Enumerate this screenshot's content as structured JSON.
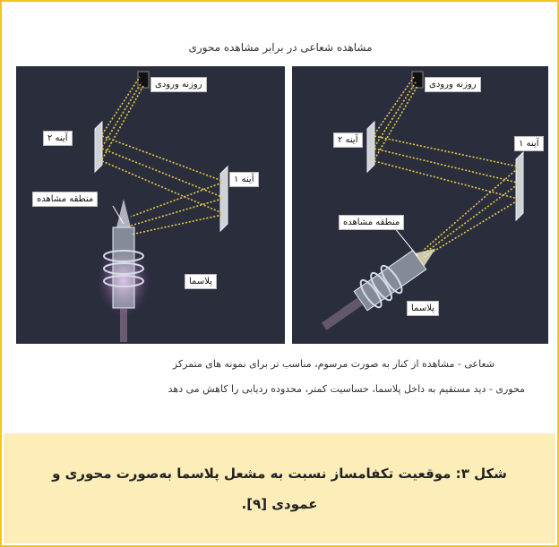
{
  "figure": {
    "title": "مشاهده شعاعی در برابر مشاهده محوری",
    "left_panel": {
      "entrance_slit": "روزنه ورودی",
      "mirror2": "آینه ۲",
      "mirror1": "آینه ۱",
      "observation_zone": "منطقه مشاهده",
      "plasma": "پلاسما"
    },
    "right_panel": {
      "entrance_slit": "روزنه ورودی",
      "mirror2": "آینه ۲",
      "mirror1": "آینه ۱",
      "observation_zone": "منطقه مشاهده",
      "plasma": "پلاسما"
    },
    "notes": {
      "radial": "شعاعی - مشاهده از کنار به صورت مرسوم، مناسب تر برای نمونه های متمرکز",
      "axial": "محوری - دید مستقیم به داخل پلاسما، حساسیت کمتر، محدوده ردیابی را کاهش می دهد"
    }
  },
  "caption": {
    "text": "شکل ۳: موقعیت تکفامساز نسبت به مشعل پلاسما به‌صورت محوری و عمودی [۹]."
  },
  "colors": {
    "frame_border": "#f5c518",
    "caption_bg": "#fcedb9",
    "panel_bg": "#2a2d3c",
    "beam": "#e8c84a"
  }
}
